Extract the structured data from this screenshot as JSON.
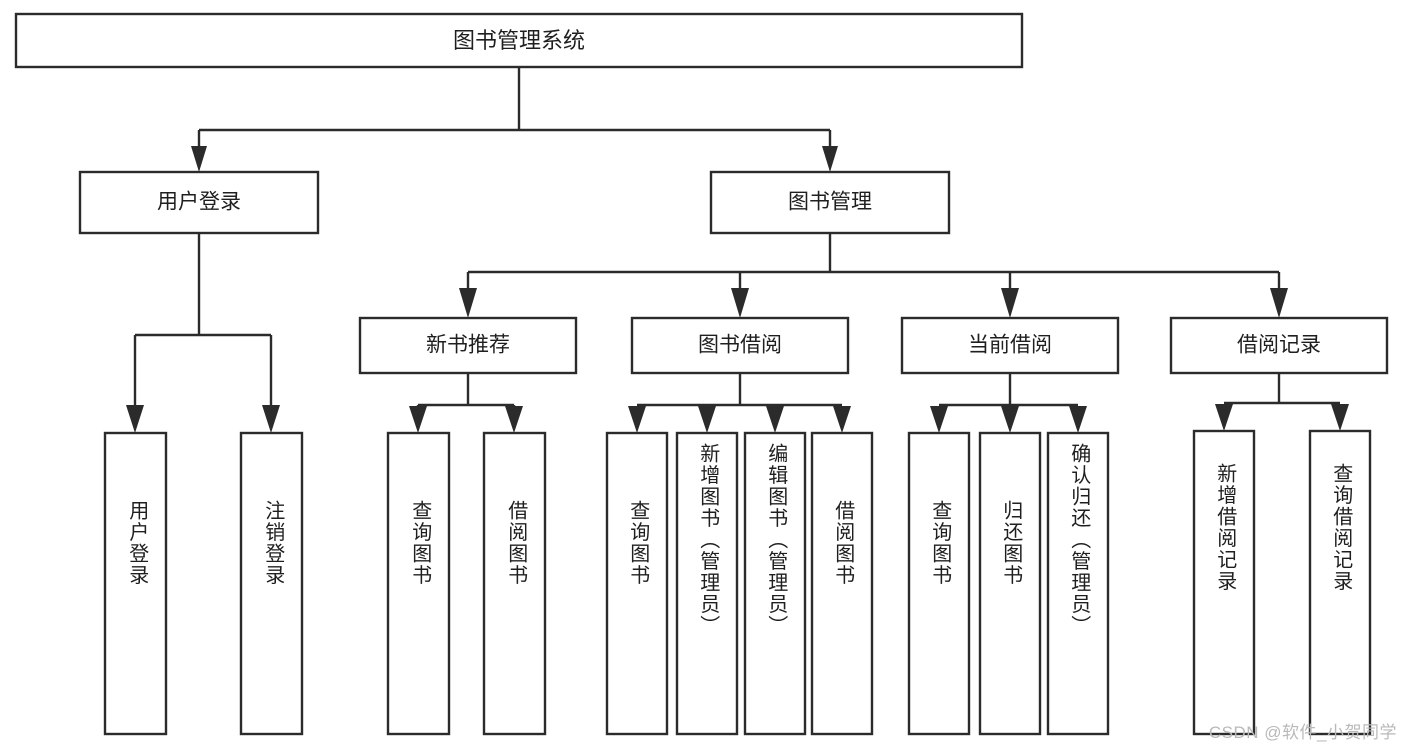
{
  "diagram": {
    "type": "tree-hierarchy",
    "title": "图书管理系统",
    "orientation": "top-down",
    "colors": {
      "stroke": "#2b2b2b",
      "fill": "#ffffff",
      "text": "#1f1f1f",
      "background": "#ffffff",
      "watermark": "#b9b9b9"
    },
    "root": {
      "label": "图书管理系统"
    },
    "level1": [
      {
        "id": "user-login",
        "label": "用户登录"
      },
      {
        "id": "book-management",
        "label": "图书管理"
      }
    ],
    "level2": [
      {
        "id": "new-book-recommend",
        "label": "新书推荐",
        "parent": "book-management"
      },
      {
        "id": "book-borrow",
        "label": "图书借阅",
        "parent": "book-management"
      },
      {
        "id": "current-borrow",
        "label": "当前借阅",
        "parent": "book-management"
      },
      {
        "id": "borrow-record",
        "label": "借阅记录",
        "parent": "book-management"
      }
    ],
    "leaves": {
      "user-login": [
        {
          "id": "leaf-user-login",
          "label": "用户登录"
        },
        {
          "id": "leaf-user-logout",
          "label": "注销登录"
        }
      ],
      "new-book-recommend": [
        {
          "id": "leaf-query-book-1",
          "label": "查询图书"
        },
        {
          "id": "leaf-borrow-book-1",
          "label": "借阅图书"
        }
      ],
      "book-borrow": [
        {
          "id": "leaf-query-book-2",
          "label": "查询图书"
        },
        {
          "id": "leaf-add-book",
          "label": "新增图书（管理员）"
        },
        {
          "id": "leaf-edit-book",
          "label": "编辑图书（管理员）"
        },
        {
          "id": "leaf-borrow-book-2",
          "label": "借阅图书"
        }
      ],
      "current-borrow": [
        {
          "id": "leaf-query-book-3",
          "label": "查询图书"
        },
        {
          "id": "leaf-return-book",
          "label": "归还图书"
        },
        {
          "id": "leaf-confirm-return",
          "label": "确认归还（管理员）"
        }
      ],
      "borrow-record": [
        {
          "id": "leaf-add-record",
          "label": "新增借阅记录"
        },
        {
          "id": "leaf-query-record",
          "label": "查询借阅记录"
        }
      ]
    }
  },
  "watermark": {
    "text": "CSDN @软件_小贺同学"
  }
}
